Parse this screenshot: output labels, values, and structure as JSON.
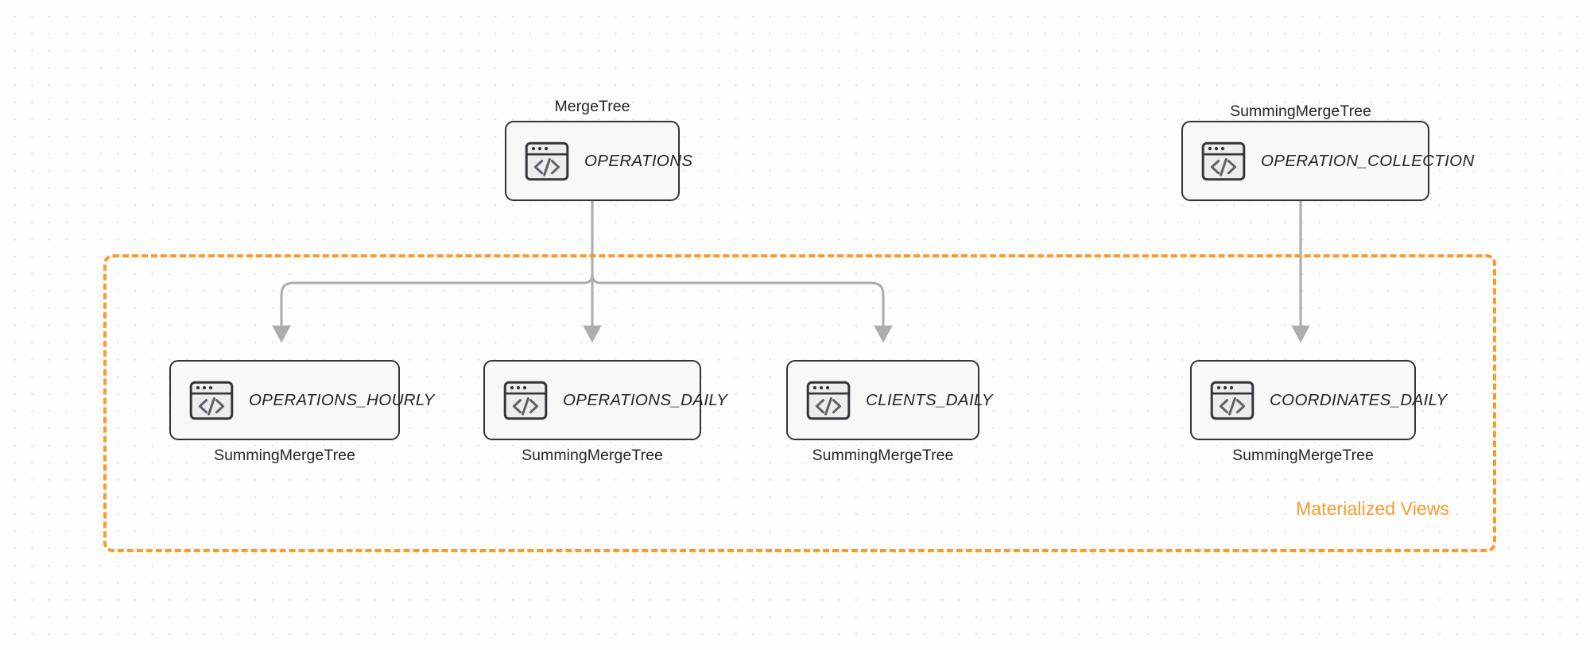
{
  "diagram": {
    "type": "entity-flow",
    "background": {
      "color": "#fdfdfd",
      "dot_grid": true,
      "dot_color": "#e8e4e4"
    },
    "colors": {
      "node_border": "#32363b",
      "node_fill": "#f7f8f8",
      "edge": "#adadad",
      "group_accent": "#f99b2b",
      "text": "#22262a"
    },
    "group": {
      "label": "Materialized Views",
      "style": "dashed",
      "accent": "#f99b2b"
    },
    "nodes": [
      {
        "id": "operations",
        "name": "OPERATIONS",
        "engine": "MergeTree",
        "engine_position": "above",
        "icon": "code-window-icon"
      },
      {
        "id": "operation_collection",
        "name": "OPERATION_COLLECTION",
        "engine": "SummingMergeTree",
        "engine_position": "above",
        "icon": "code-window-icon"
      },
      {
        "id": "operations_hourly",
        "name": "OPERATIONS_HOURLY",
        "engine": "SummingMergeTree",
        "engine_position": "below",
        "icon": "code-window-icon"
      },
      {
        "id": "operations_daily",
        "name": "OPERATIONS_DAILY",
        "engine": "SummingMergeTree",
        "engine_position": "below",
        "icon": "code-window-icon"
      },
      {
        "id": "clients_daily",
        "name": "CLIENTS_DAILY",
        "engine": "SummingMergeTree",
        "engine_position": "below",
        "icon": "code-window-icon"
      },
      {
        "id": "coordinates_daily",
        "name": "COORDINATES_DAILY",
        "engine": "SummingMergeTree",
        "engine_position": "below",
        "icon": "code-window-icon"
      }
    ],
    "edges": [
      {
        "from": "operations",
        "to": "operations_hourly",
        "arrow": true
      },
      {
        "from": "operations",
        "to": "operations_daily",
        "arrow": true
      },
      {
        "from": "operations",
        "to": "clients_daily",
        "arrow": true
      },
      {
        "from": "operation_collection",
        "to": "coordinates_daily",
        "arrow": true
      }
    ]
  }
}
